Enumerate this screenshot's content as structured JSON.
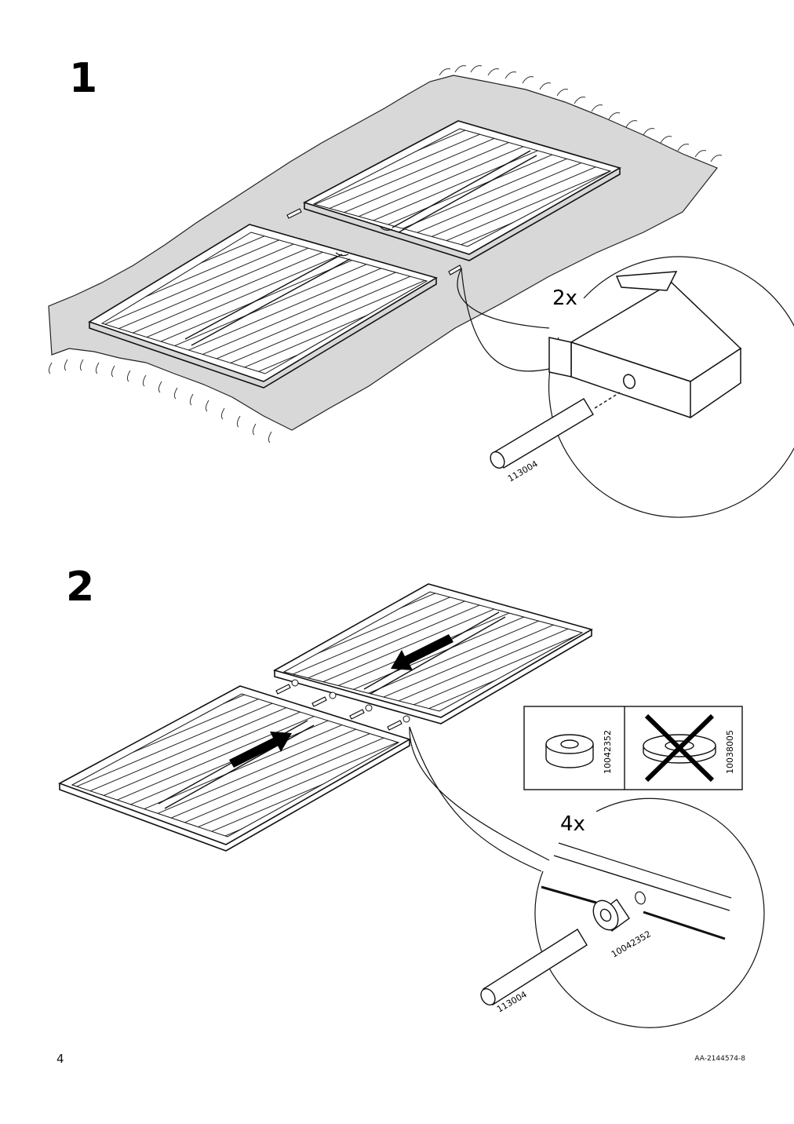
{
  "steps": [
    {
      "number": "1",
      "quantity": "2x",
      "part_dowel": "113004"
    },
    {
      "number": "2",
      "quantity": "4x",
      "part_dowel": "113004",
      "part_spacer": "10042352",
      "comparison": {
        "correct_part": "10042352",
        "wrong_part": "10038005"
      }
    }
  ],
  "footer": {
    "page_number": "4",
    "doc_id": "AA-2144574-8"
  },
  "icons": [
    "carpet",
    "panel",
    "dowel",
    "arrow",
    "spacer",
    "washer-crossed"
  ]
}
